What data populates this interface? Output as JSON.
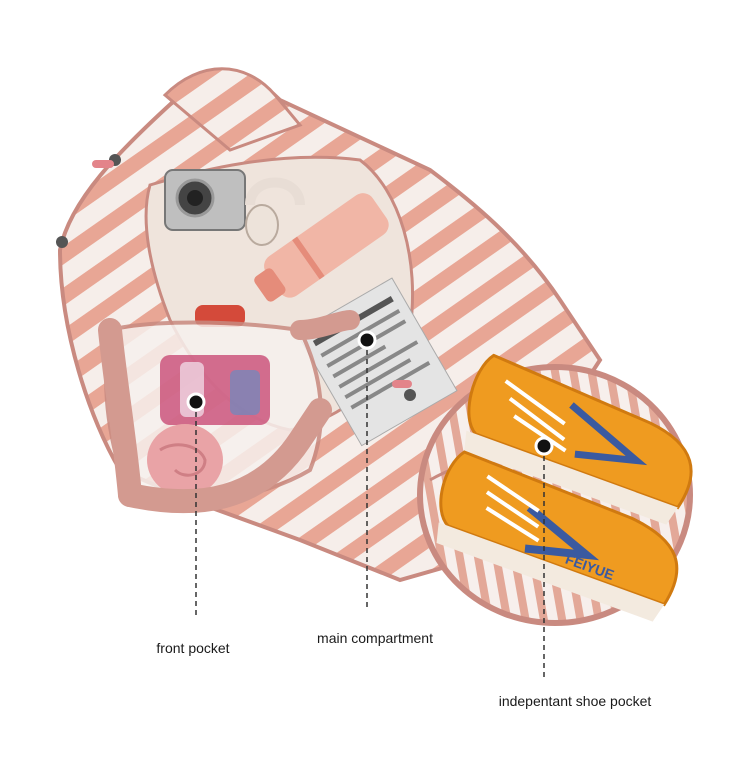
{
  "image": {
    "subject": "striped-pink-clear-duffel-bag",
    "colors": {
      "background": "#ffffff",
      "bag_pink": "#e8a695",
      "bag_trim": "#c98a80",
      "clear_vinyl": "#f3ece8",
      "shoe_orange": "#ef9b20",
      "shoe_blue": "#3a5aa0",
      "bottle_pink": "#f1b0a0",
      "towel_pink": "#e9a3a6",
      "callout_line": "#333333"
    },
    "shoe_brand": "FEIYUE"
  },
  "callouts": [
    {
      "id": "front-pocket",
      "label": "front pocket"
    },
    {
      "id": "main-compartment",
      "label": "main compartment"
    },
    {
      "id": "shoe-pocket",
      "label": "indepentant shoe pocket"
    }
  ]
}
